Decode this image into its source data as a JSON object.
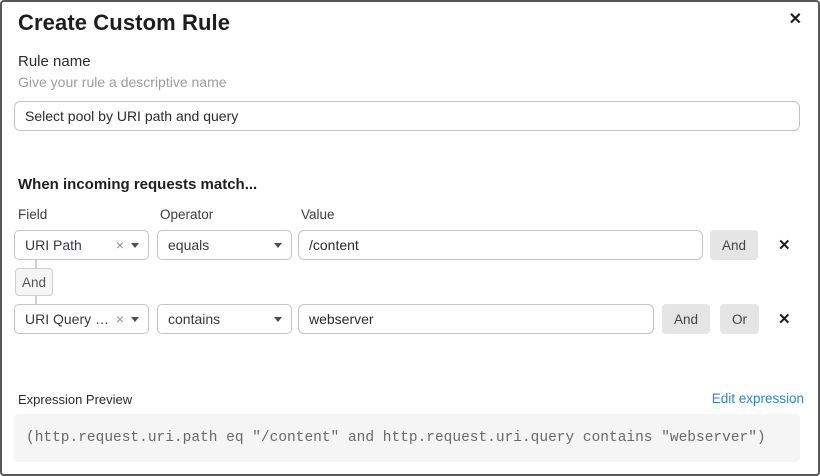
{
  "dialog": {
    "title": "Create Custom Rule"
  },
  "icons": {
    "close": "✕",
    "remove": "✕",
    "clear": "×"
  },
  "rule_name": {
    "label": "Rule name",
    "hint": "Give your rule a descriptive name",
    "value": "Select pool by URI path and query"
  },
  "match": {
    "heading": "When incoming requests match...",
    "field_label": "Field",
    "operator_label": "Operator",
    "value_label": "Value",
    "and_label": "And",
    "or_label": "Or",
    "connector": "And",
    "rows": [
      {
        "field": "URI Path",
        "operator": "equals",
        "value": "/content"
      },
      {
        "field": "URI Query St...",
        "operator": "contains",
        "value": "webserver"
      }
    ]
  },
  "expression": {
    "label": "Expression Preview",
    "edit_link": "Edit expression",
    "code": "(http.request.uri.path eq \"/content\" and http.request.uri.query contains \"webserver\")"
  },
  "colors": {
    "link_blue": "#3086bf",
    "button_gray": "#e5e5e5",
    "code_bg": "#f5f5f5"
  }
}
